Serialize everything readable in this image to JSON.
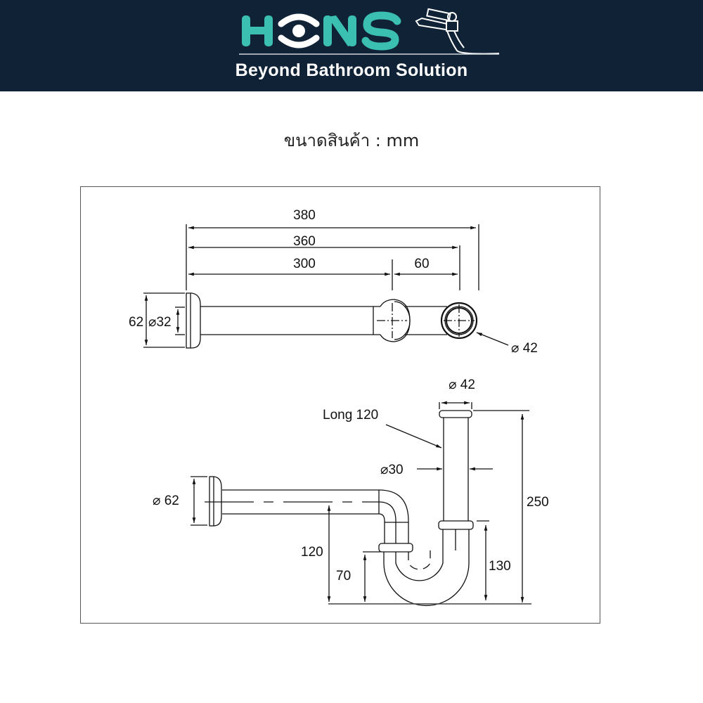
{
  "header": {
    "brand": "HONS",
    "tagline": "Beyond Bathroom Solution",
    "background_color": "#0f2236",
    "brand_color": "#3bbfb0",
    "logo_icon": "faucet-icon"
  },
  "subtitle": "ขนาดสินค้า : mm",
  "top_view": {
    "dims": {
      "overall_length": "380",
      "pipe_length": "360",
      "wall_to_first": "300",
      "first_to_second": "60",
      "flange_diameter": "62",
      "pipe_diameter": "⌀32",
      "outlet_diameter": "⌀ 42"
    }
  },
  "side_view": {
    "dims": {
      "top_diameter": "⌀ 42",
      "tail_length": "Long 120",
      "tail_diameter": "⌀30",
      "flange_diameter": "⌀ 62",
      "total_height": "250",
      "outlet_height": "120",
      "trap_nut_height": "70",
      "inlet_nut_height": "130"
    }
  }
}
